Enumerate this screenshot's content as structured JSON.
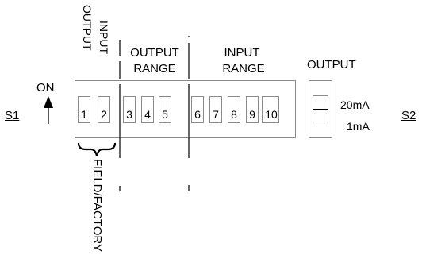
{
  "labels": {
    "output_vertical": "OUTPUT",
    "input_vertical": "INPUT",
    "output_range_line1": "OUTPUT",
    "output_range_line2": "RANGE",
    "input_range_line1": "INPUT",
    "input_range_line2": "RANGE",
    "output_right": "OUTPUT",
    "on": "ON",
    "s1": "S1",
    "s2": "S2",
    "ma_20": "20mA",
    "ma_1": "1mA",
    "field_factory": "FIELD/FACTORY"
  },
  "dip_switches": [
    "1",
    "2",
    "3",
    "4",
    "5",
    "6",
    "7",
    "8",
    "9",
    "10"
  ],
  "colors": {
    "line": "#000000",
    "frame": "#8a8a8a"
  }
}
